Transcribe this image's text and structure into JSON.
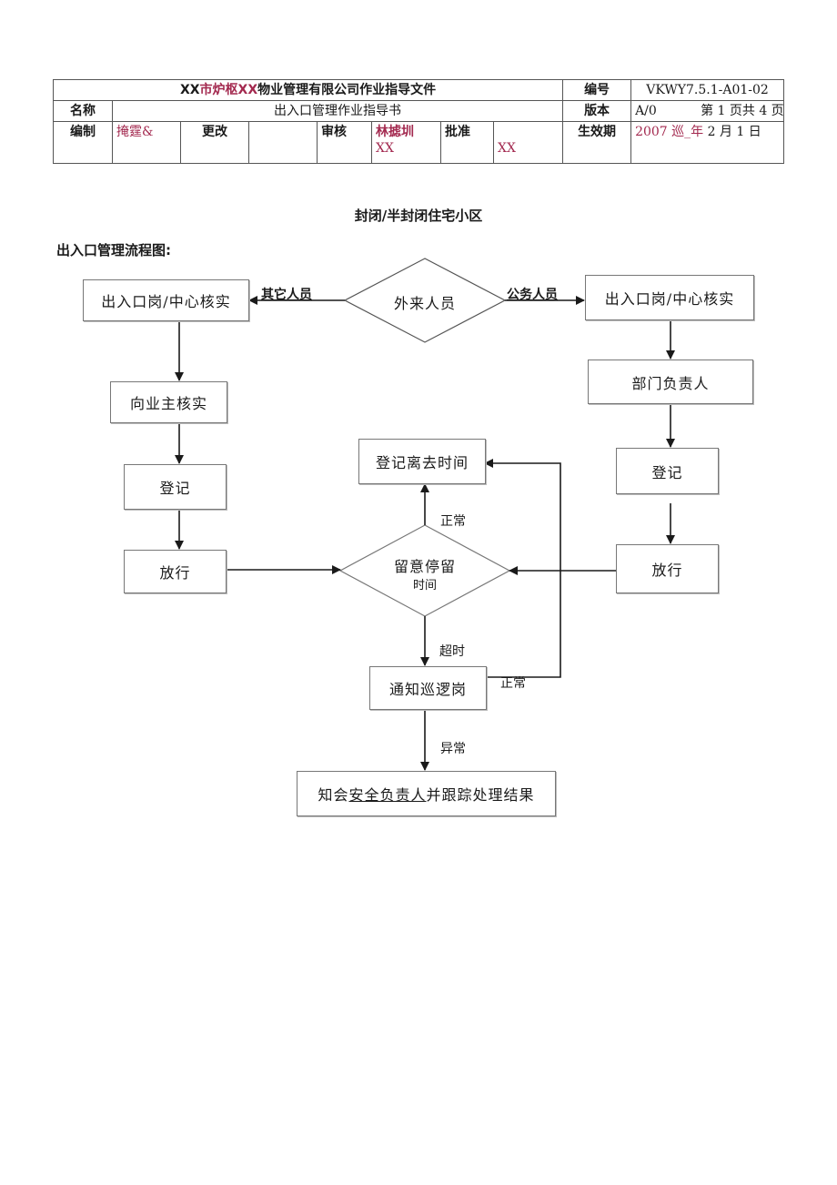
{
  "header": {
    "company_prefix": "XX",
    "company_red": "市炉枢",
    "company_xx2": "XX",
    "company_rest": "物业管理有限公司作业指导文件",
    "doc_no_label": "编号",
    "doc_no_value": "VKWY7.5.1-A01-02",
    "name_label": "名称",
    "name_value": "出入口管理作业指导书",
    "version_label": "版本",
    "version_value": "A/0",
    "page_info": "第 1 页共 4 页",
    "prepared_label": "编制",
    "prepared_value": "掩霆&",
    "change_label": "更改",
    "review_label": "审核",
    "review_value": "林摅圳",
    "review_xx": "XX",
    "approve_label": "批准",
    "approve_xx": "XX",
    "effective_label": "生效期",
    "effective_value": "2007 巡_年",
    "effective_date_rest": "2 月 1 日"
  },
  "doc": {
    "title": "封闭/半封闭住宅小区",
    "flow_label": "出入口管理流程图:"
  },
  "flowchart": {
    "diamond_visitor": "外来人员",
    "edge_other": "其它人员",
    "edge_official": "公务人员",
    "left_check": "出入口岗/中心核实",
    "owner_check": "向业主核实",
    "left_register": "登记",
    "left_release": "放行",
    "right_check": "出入口岗/中心核实",
    "dept_head": "部门负责人",
    "right_register": "登记",
    "right_release": "放行",
    "register_leave": "登记离去时间",
    "diamond_stay_line1": "留意停留",
    "diamond_stay_line2": "时间",
    "edge_normal_top": "正常",
    "edge_overtime": "超时",
    "notify_patrol": "通知巡逻岗",
    "edge_normal_right": "正常",
    "edge_abnormal": "异常",
    "final_prefix": "知会",
    "final_underlined": "安全负责人",
    "final_suffix": "并跟踪处理结果"
  },
  "colors": {
    "accent_red": "#a3294f",
    "line": "#1a1a1a",
    "border": "#555555"
  }
}
